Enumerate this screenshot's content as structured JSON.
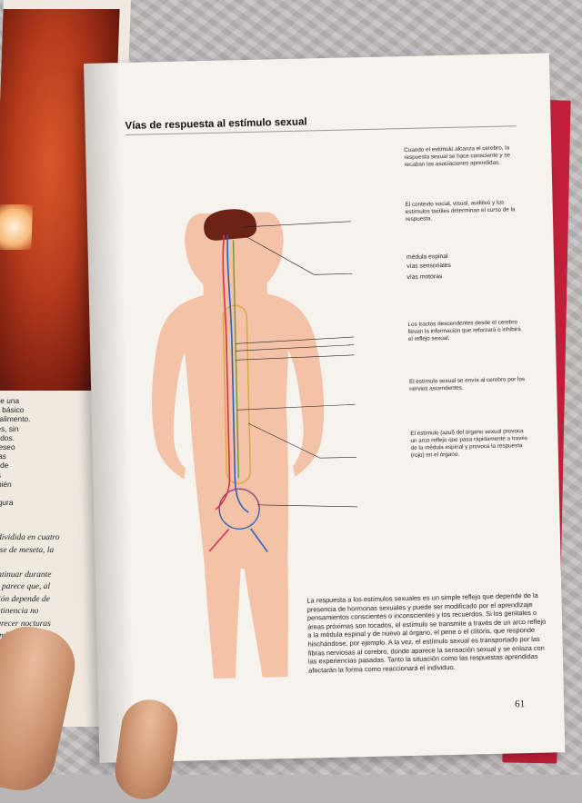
{
  "page": {
    "title": "Vías de respuesta al estímulo sexual",
    "number": "61",
    "body": "La respuesta a los estímulos sexuales es un simple reflejo que depende de la presencia de hormonas sexuales y puede ser modificado por el aprendizaje pensamientos conscientes o inconscientes y los recuerdos. Si los genitales o áreas próximas son tocados, el estímulo se transmite a través de un arco reflejo a la médula espinal y de nuevo al órgano, el pene o el clítoris, que responde hinchándose, por ejemplo. A la vez, el estímulo sexual es transportado por las fibras nerviosas al cerebro, donde aparece la sensación sexual y se enlaza con las experiencias pasadas. Tanto la situación como las respuestas aprendidas afectarán la forma como reaccionará el individuo."
  },
  "labels": [
    "médula espinal",
    "vías sensoriales",
    "vías motoras"
  ],
  "annotations": [
    "Cuando el estímulo alcanza el cerebro, la respuesta sexual se hace consciente y se recaban las asociaciones aprendidas.",
    "El contexto social, visual, auditivo y los estímulos táctiles determinan el curso de la respuesta.",
    "Los tractos descendentes desde el cerebro llevan la información que reforzará o inhibirá el reflejo sexual.",
    "El estímulo sexual se envía al cerebro por los nervios ascendentes.",
    "El estímulo (azul) del órgano sexual provoca un arco reflejo que pasa rápidamente a través de la médula espinal y provoca la respuesta (rojo) en el órgano."
  ],
  "left_page": {
    "fragment_lines": "ente una\nnto básico\nde alimento.\nal es, sin\nlas dos.\nn deseo\nor las\nma de\najes\nambién\nue\nla figura",
    "fragment_lines_2": "ser dividida en cuatro\nla fase de meseta, la\nón.\ne continuar durante\naque parece que, al\nuración depende de\na abstinencia no\nn aparecer nocturas\ns cuando hay fre-\nin el\nm\nmás"
  },
  "colors": {
    "skin": "#f2b99a",
    "brain": "#6b2314",
    "sensory_blue": "#2a5fb8",
    "motor_red": "#d8304a",
    "spinal_green": "#6a9a3a",
    "canal_yellow": "#e0a64a"
  }
}
